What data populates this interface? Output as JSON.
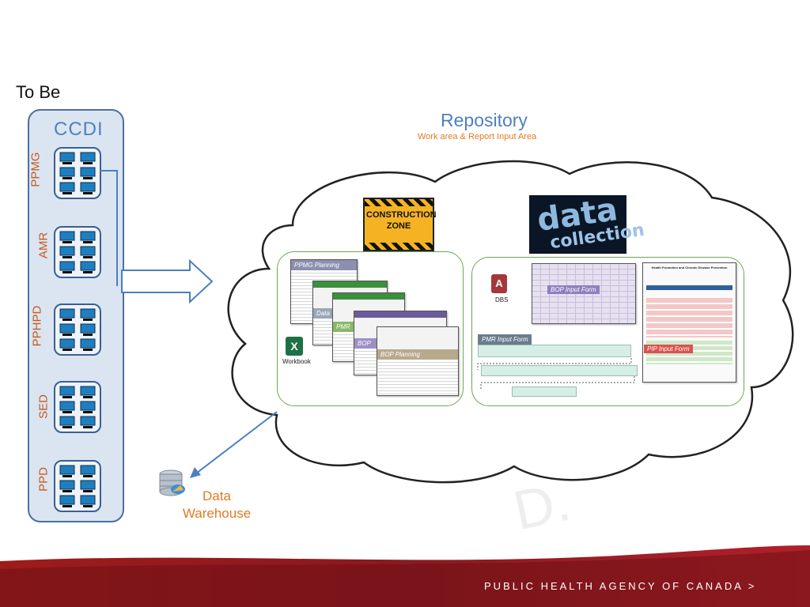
{
  "slide": {
    "title": "To Be"
  },
  "ccdi": {
    "title": "CCDI",
    "units": [
      {
        "label": "PPMG"
      },
      {
        "label": "AMR"
      },
      {
        "label": "PPHPD"
      },
      {
        "label": "SED"
      },
      {
        "label": "PPD"
      }
    ]
  },
  "repository": {
    "title": "Repository",
    "subtitle": "Work area &  Report Input Area"
  },
  "construction_sign": {
    "text": "CONSTRUCTION ZONE"
  },
  "data_collection": {
    "word1": "data",
    "word2": "collection"
  },
  "workbook_group": {
    "docs": [
      "PPMG Planning",
      "Data",
      "PMR",
      "BOP",
      "BOP Planning"
    ],
    "workbook_label": "Workbook"
  },
  "forms_group": {
    "dbs_label": "DBS",
    "bop_form": "BOP Input Form",
    "pmr_form": "PMR Input Form",
    "pip_form": "PIP Input Form",
    "pip_doc_title": "Health Promotion and Chronic Disease Prevention"
  },
  "data_warehouse": {
    "label": "Data Warehouse"
  },
  "footer": {
    "text": "PUBLIC HEALTH AGENCY OF CANADA >"
  },
  "colors": {
    "accent_blue": "#4f81bd",
    "orange": "#e07b24",
    "footer_red": "#c8102e",
    "group_green": "#6aa84f"
  }
}
